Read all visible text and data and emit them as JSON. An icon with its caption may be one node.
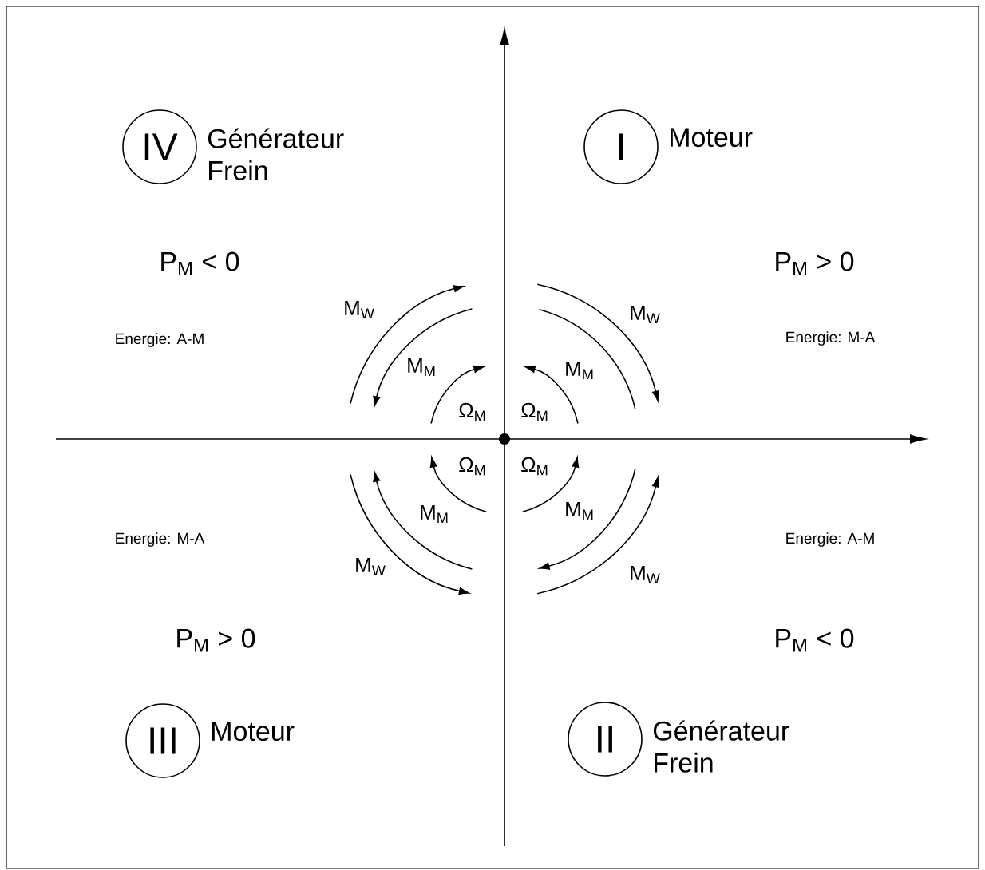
{
  "diagram": {
    "nodes": [
      {
        "text": [
          "IV"
        ],
        "beside": [
          "Générateur Frein"
        ]
      },
      {
        "text": [
          "I"
        ],
        "beside": [
          "Moteur"
        ]
      },
      {
        "text": [
          "III"
        ],
        "beside": [
          "Moteur"
        ]
      },
      {
        "text": [
          "II"
        ],
        "beside": [
          "Générateur Frein"
        ]
      }
    ],
    "labels": [
      "P$_{M}$ < 0",
      "P$_{M}$ > 0",
      "M$_{W}$",
      "M$_{W}$",
      "Energie: A-M",
      "Energie: M-A",
      "M$_{M}$",
      "M$_{M}$",
      "Ω$_{M}$",
      "Ω$_{M}$",
      "Ω$_{M}$",
      "Ω$_{M}$",
      "M$_{M}$",
      "M$_{M}$",
      "Energie: M-A",
      "Energie: A-M",
      "M$_{W}$",
      "M$_{W}$",
      "P$_{M}$ > 0",
      "P$_{M}$ < 0"
    ]
  }
}
